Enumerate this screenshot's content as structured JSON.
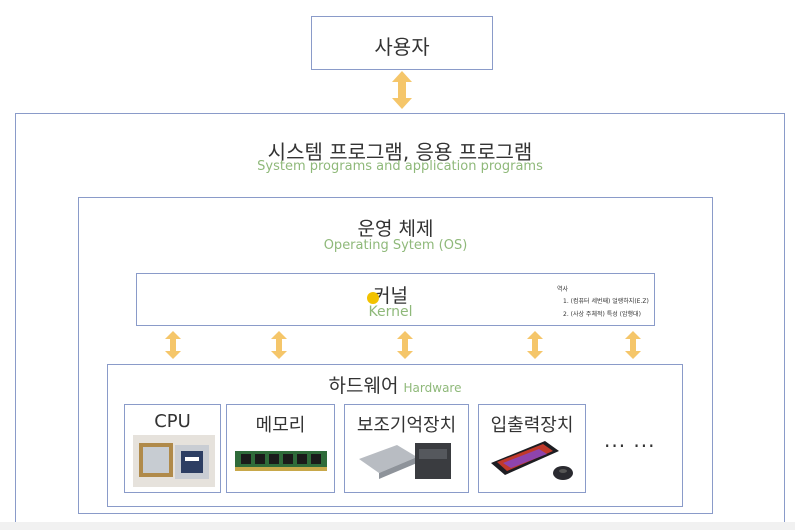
{
  "user": {
    "label": "사용자"
  },
  "system_programs": {
    "label": "시스템 프로그램, 응용 프로그램",
    "english": "System programs and application programs"
  },
  "os": {
    "label": "운영 체제",
    "english": "Operating Sytem (OS)"
  },
  "kernel": {
    "label": "커널",
    "english": "Kernel",
    "notes": {
      "title": "역사",
      "line1": "1. (컴퓨터 세번째) 얼랭하지(E.Z)",
      "line2": "2. (사상 주체적) 특성 (암행대)"
    }
  },
  "hardware": {
    "label": "하드웨어",
    "english": "Hardware",
    "items": [
      {
        "label": "CPU"
      },
      {
        "label": "메모리"
      },
      {
        "label": "보조기억장치"
      },
      {
        "label": "입출력장치"
      }
    ],
    "more": "... ..."
  },
  "colors": {
    "border": "#8a9bc9",
    "arrow": "#f5c66a",
    "english_text": "#8fb97a"
  },
  "icons": [
    "double-arrow-icon",
    "cpu-icon",
    "memory-module-icon",
    "storage-drive-icon",
    "keyboard-mouse-icon",
    "cursor-icon"
  ]
}
